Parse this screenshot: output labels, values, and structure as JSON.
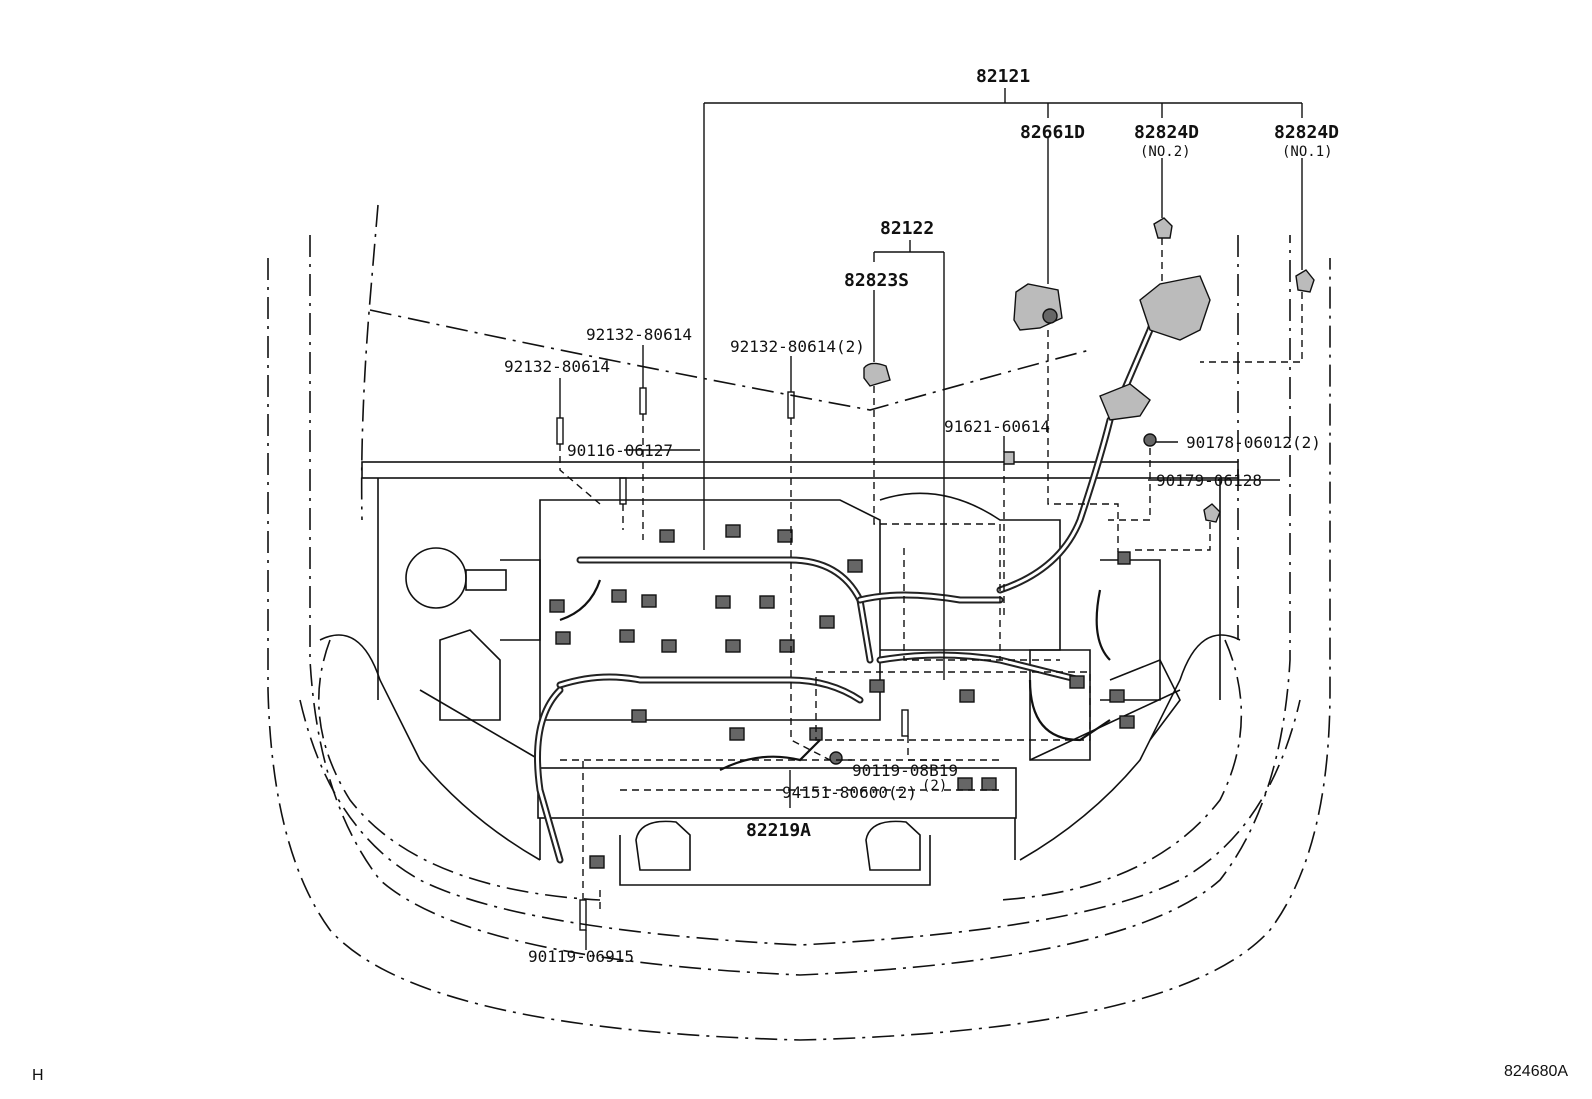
{
  "labels": {
    "p82121": "82121",
    "p82661D": "82661D",
    "p82824D_no2": "82824D",
    "no2": "(NO.2)",
    "p82824D_no1": "82824D",
    "no1": "(NO.1)",
    "p82122": "82122",
    "p82823S": "82823S",
    "p92132_a": "92132-80614",
    "p92132_b": "92132-80614",
    "p92132_c": "92132-80614(2)",
    "p91621": "91621-60614",
    "p90178": "90178-06012(2)",
    "p90116": "90116-06127",
    "p90179": "90179-06128",
    "p90119_08": "90119-08B19",
    "p90119_08_qty": "(2)",
    "p94151": "94151-80600(2)",
    "p82219A": "82219A",
    "p90119_06": "90119-06915"
  },
  "corner": {
    "left": "H",
    "right": "824680A"
  }
}
